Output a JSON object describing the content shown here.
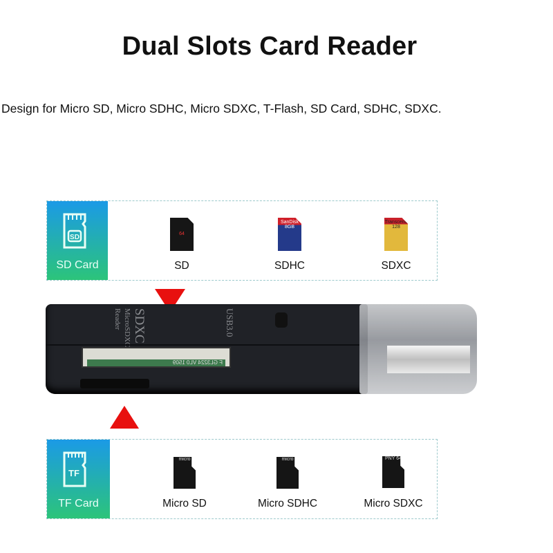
{
  "title": "Dual Slots Card Reader",
  "subtitle": "Design for Micro SD, Micro SDHC, Micro SDXC, T-Flash, SD Card, SDHC, SDXC.",
  "sd_panel": {
    "badge_label": "SD Card",
    "badge_icon_text": "SD",
    "items": [
      {
        "name": "SD",
        "marking": "64"
      },
      {
        "name": "SDHC",
        "marking": "SanDisk 8GB"
      },
      {
        "name": "SDXC",
        "marking": "Transcend 128"
      }
    ]
  },
  "tf_panel": {
    "badge_label": "TF Card",
    "badge_icon_text": "TF",
    "items": [
      {
        "name": "Micro SD",
        "marking": "micro"
      },
      {
        "name": "Micro SDHC",
        "marking": "micro"
      },
      {
        "name": "Micro SDXC",
        "marking": "PNY 64"
      }
    ]
  },
  "reader": {
    "line1": "SDXC",
    "line2": "MicroSDXC",
    "line3": "Reader",
    "usb": "USB3.0",
    "card_text": "F GL3224 VL0 1509"
  },
  "colors": {
    "arrow": "#e8100f",
    "badge_top": "#1b9ae6",
    "badge_bottom": "#2cc47a",
    "reader_body": "#202227"
  }
}
